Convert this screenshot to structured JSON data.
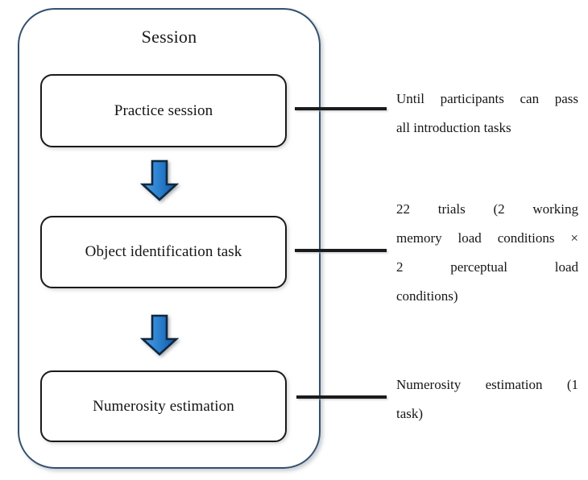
{
  "diagram": {
    "title": "Session",
    "container_border_color": "#33506e",
    "box_border_color": "#1a1a1a",
    "arrow_color_light": "#3a8fdc",
    "arrow_color_dark": "#1257a5",
    "arrow_outline_color": "#122b42",
    "connector_color": "#1b1b1b",
    "stages": [
      {
        "id": "practice",
        "label": "Practice session",
        "annotation_lines": [
          "Until participants can pass",
          "all introduction tasks"
        ]
      },
      {
        "id": "object",
        "label": "Object identification task",
        "annotation_lines": [
          "22 trials (2 working",
          "memory load conditions ×",
          "2 perceptual load",
          "conditions)"
        ]
      },
      {
        "id": "numerosity",
        "label": "Numerosity estimation",
        "annotation_lines": [
          "Numerosity estimation (1",
          "task)"
        ]
      }
    ],
    "arrows": [
      {
        "id": "arrow-1",
        "icon": "down-arrow-icon"
      },
      {
        "id": "arrow-2",
        "icon": "down-arrow-icon"
      }
    ]
  }
}
